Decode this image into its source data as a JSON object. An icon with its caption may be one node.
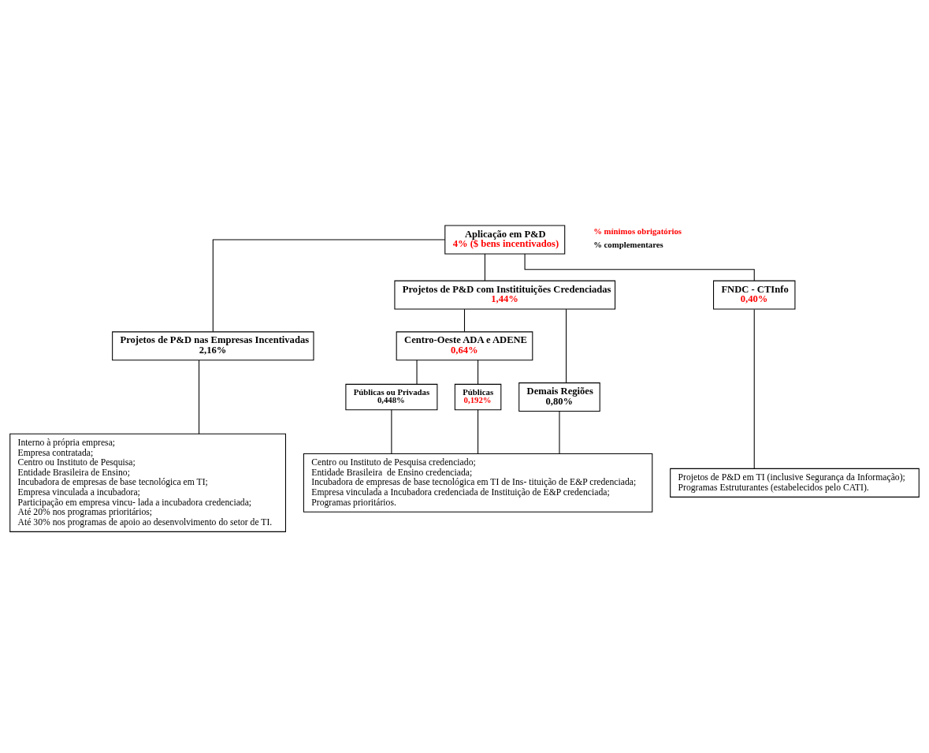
{
  "diagram": {
    "nodes": [
      {
        "text": [
          "Aplicação em P&D",
          "4% ($ bens incentivados)"
        ]
      },
      {
        "text": [
          "Projetos de P&D nas Empresas Incentivadas",
          "2,16%"
        ]
      },
      {
        "text": [
          "Projetos de P&D com Institituições Credenciadas",
          "1,44%"
        ]
      },
      {
        "text": [
          "FNDC - CTInfo",
          "0,40%"
        ]
      },
      {
        "text": [
          "Centro-Oeste ADA e ADENE",
          "0,64%"
        ]
      },
      {
        "text": [
          "Demais Regiões",
          "0,80%"
        ]
      },
      {
        "text": [
          "Públicas ou Privadas",
          "0,448%"
        ]
      },
      {
        "text": [
          "Públicas",
          "0,192%"
        ]
      },
      {
        "text": [
          "Interno à própria empresa;",
          "Empresa contratada;",
          "Centro ou Instituto de Pesquisa;",
          "Entidade Brasileira de Ensino;",
          "Incubadora de empresas de base tecnológica em TI;",
          "Empresa vinculada a incubadora;",
          "Participação em empresa vincu- lada a incubadora credenciada;",
          "Até 20% nos programas prioritários;",
          "Até 30% nos programas de apoio ao desenvolvimento do setor de TI."
        ]
      },
      {
        "text": [
          "Centro ou Instituto de Pesquisa credenciado;",
          "Entidade Brasileira  de Ensino credenciada;",
          "Incubadora de empresas de base tecnológica em TI de Ins- tituição de E&P credenciada;",
          "Empresa vinculada a Incubadora credenciada de Instituição de E&P credenciada;",
          "Programas prioritários."
        ]
      },
      {
        "text": [
          "Projetos de P&D em TI (inclusive Segurança da Informação);",
          "Programas Estruturantes (estabelecidos pelo CATI)."
        ]
      }
    ],
    "edges": [
      {
        "from": 0,
        "to": 1,
        "arrow": "none"
      },
      {
        "from": 0,
        "to": 2,
        "arrow": "none"
      },
      {
        "from": 0,
        "to": 3,
        "arrow": "none"
      },
      {
        "from": 2,
        "to": 4,
        "arrow": "none"
      },
      {
        "from": 2,
        "to": 5,
        "arrow": "none"
      },
      {
        "from": 4,
        "to": 6,
        "arrow": "none"
      },
      {
        "from": 4,
        "to": 7,
        "arrow": "none"
      },
      {
        "from": 1,
        "to": 8,
        "arrow": "none"
      },
      {
        "from": 6,
        "to": 9,
        "arrow": "none"
      },
      {
        "from": 7,
        "to": 9,
        "arrow": "none"
      },
      {
        "from": 5,
        "to": 9,
        "arrow": "none"
      },
      {
        "from": 3,
        "to": 10,
        "arrow": "none"
      }
    ],
    "labels": [
      "% mínimos obrigatórios",
      "% complementares"
    ]
  }
}
